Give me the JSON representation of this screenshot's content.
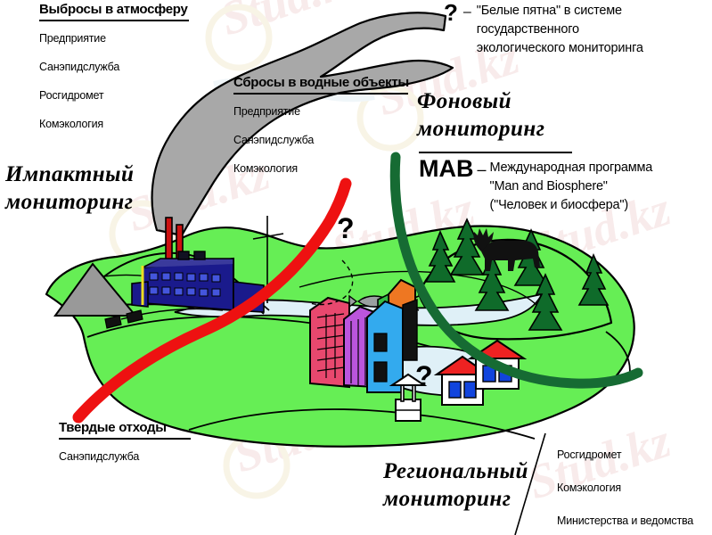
{
  "diagram": {
    "title_context": "Схема системы экологического мониторинга",
    "legend": {
      "symbol": "?",
      "dash": "–",
      "lines": [
        "\"Белые пятна\" в системе",
        "государственного",
        "экологического мониторинга"
      ]
    },
    "blocks": [
      {
        "id": "emissions",
        "title": "Выбросы в атмосферу",
        "items": [
          "Предприятие",
          "Санэпидслужба",
          "Росгидромет",
          "Комэкология"
        ]
      },
      {
        "id": "discharges",
        "title": "Сбросы в водные объекты",
        "items": [
          "Предприятие",
          "Санэпидслужба",
          "Комэкология"
        ]
      },
      {
        "id": "solid-waste",
        "title": "Твердые отходы",
        "items": [
          "Санэпидслужба"
        ]
      }
    ],
    "captions": [
      {
        "id": "impact",
        "lines": [
          "Импактный",
          "мониторинг"
        ]
      },
      {
        "id": "background",
        "lines": [
          "Фоновый",
          "мониторинг"
        ]
      },
      {
        "id": "regional",
        "lines": [
          "Региональный",
          "мониторинг"
        ]
      }
    ],
    "mab": {
      "abbr": "MAB",
      "dash": "–",
      "lines": [
        "Международная программа",
        "\"Man and Biosphere\"",
        "(\"Человек и биосфера\")"
      ]
    },
    "regional_agencies": [
      "Росгидромет",
      "Комэкология",
      "Министерства и ведомства"
    ],
    "map_question_marks": [
      "?",
      "?"
    ],
    "watermark": "Stud.kz"
  },
  "colors": {
    "land_green": "#66ee55",
    "land_green_dark": "#44cc33",
    "arc_red": "#ee1111",
    "arc_green": "#166b33",
    "smoke_gray": "#a8a8a8",
    "mountain_gray": "#999999",
    "water_blue": "#dff0f7",
    "building_crimson": "#e8486e",
    "building_purple": "#bb55dd",
    "building_cyan": "#33aaee",
    "building_orange": "#ee7722",
    "factory_navy": "#1a1a8c",
    "chimney_red": "#cc1111",
    "roof_red": "#ee2222",
    "tree_green": "#0f6b2a",
    "stroke_black": "#000000",
    "watermark_pink": "#f0d7d7"
  }
}
